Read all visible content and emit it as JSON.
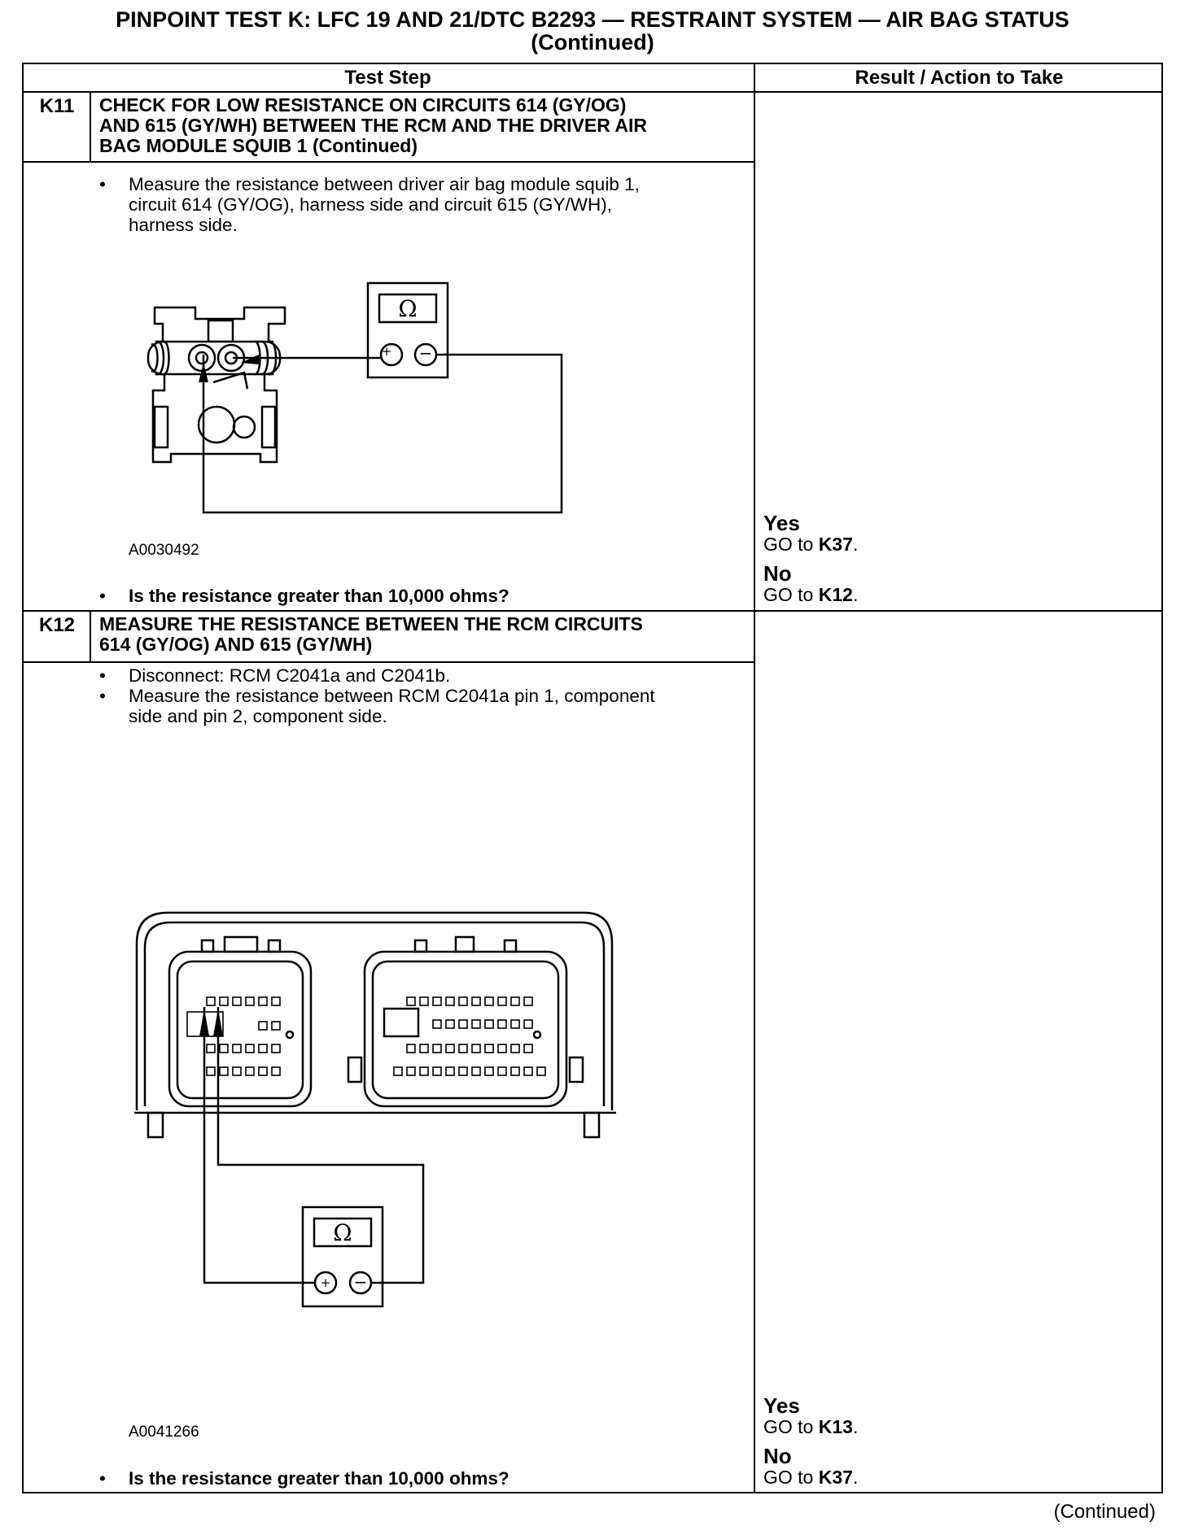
{
  "title": {
    "line1": "PINPOINT TEST K: LFC 19 AND 21/DTC B2293 — RESTRAINT SYSTEM — AIR BAG STATUS",
    "line2": "(Continued)"
  },
  "table": {
    "col_test_step": "Test Step",
    "col_result": "Result / Action to Take"
  },
  "steps": [
    {
      "id": "K11",
      "title": [
        "CHECK FOR LOW RESISTANCE ON CIRCUITS 614 (GY/OG)",
        "AND 615 (GY/WH) BETWEEN THE RCM AND THE DRIVER AIR",
        "BAG MODULE SQUIB 1 (Continued)"
      ],
      "bullets": [
        [
          "Measure the resistance between driver air bag module squib 1,",
          "circuit 614 (GY/OG), harness side and circuit 615 (GY/WH),",
          "harness side."
        ]
      ],
      "figure_code": "A0030492",
      "meter_symbol": "Ω",
      "question": "Is the resistance greater than 10,000 ohms?",
      "yes_label": "Yes",
      "yes_action_prefix": "GO to ",
      "yes_target": "K37",
      "no_label": "No",
      "no_action_prefix": "GO to ",
      "no_target": "K12"
    },
    {
      "id": "K12",
      "title": [
        "MEASURE THE RESISTANCE BETWEEN THE RCM CIRCUITS",
        "614 (GY/OG) AND 615 (GY/WH)"
      ],
      "bullets": [
        [
          "Disconnect: RCM C2041a and C2041b."
        ],
        [
          "Measure the resistance between RCM C2041a pin 1, component",
          "side and pin 2, component side."
        ]
      ],
      "figure_code": "A0041266",
      "meter_symbol": "Ω",
      "question": "Is the resistance greater than 10,000 ohms?",
      "yes_label": "Yes",
      "yes_action_prefix": "GO to ",
      "yes_target": "K13",
      "no_label": "No",
      "no_action_prefix": "GO to ",
      "no_target": "K37"
    }
  ],
  "footer": "(Continued)"
}
